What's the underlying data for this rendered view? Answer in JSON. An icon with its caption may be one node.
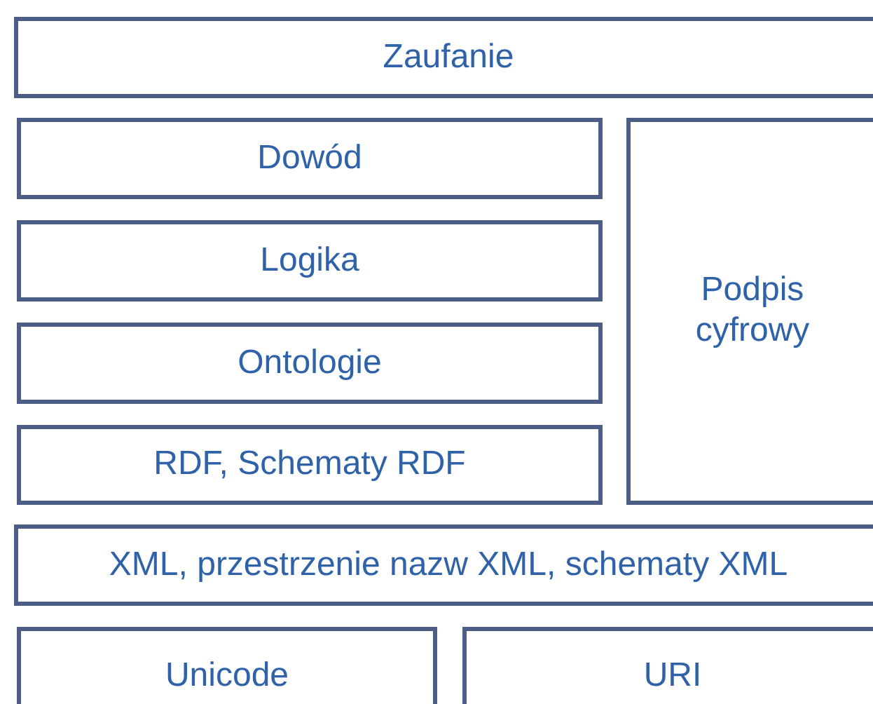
{
  "diagram": {
    "nodes": [
      {
        "text": [
          "Zaufanie"
        ]
      },
      {
        "text": [
          "Dowód"
        ]
      },
      {
        "text": [
          "Logika"
        ]
      },
      {
        "text": [
          "Ontologie"
        ]
      },
      {
        "text": [
          "RDF, Schematy RDF"
        ]
      },
      {
        "text": [
          "Podpis cyfrowy"
        ]
      },
      {
        "text": [
          "XML, przestrzenie nazw XML, schematy XML"
        ]
      },
      {
        "text": [
          "Unicode"
        ]
      },
      {
        "text": [
          "URI"
        ]
      }
    ]
  }
}
